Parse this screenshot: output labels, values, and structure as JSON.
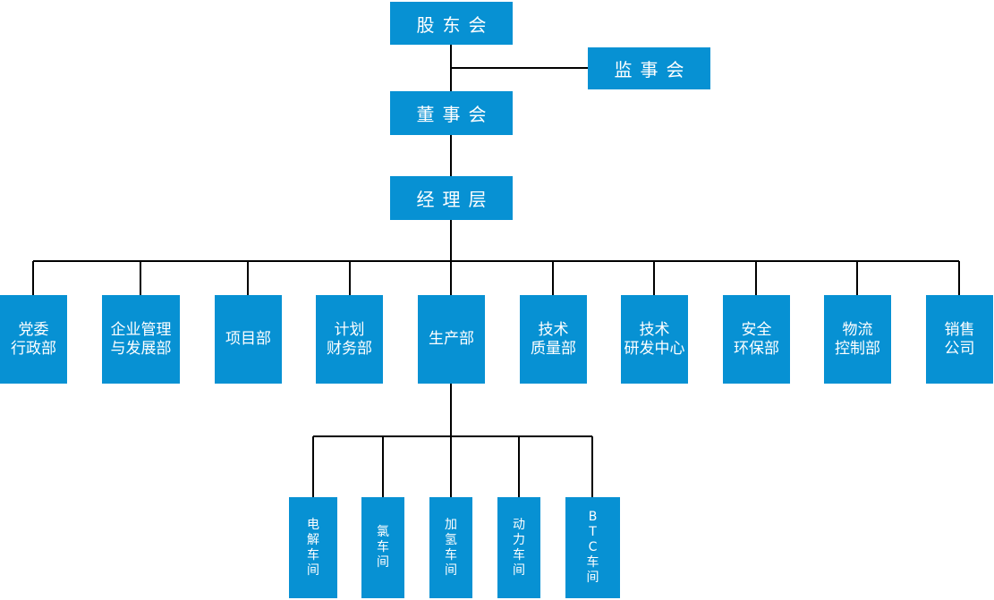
{
  "org": {
    "shareholders": "股东会",
    "supervisors": "监事会",
    "board": "董事会",
    "management": "经理层"
  },
  "departments": [
    "党委\n行政部",
    "企业管理\n与发展部",
    "项目部",
    "计划\n财务部",
    "生产部",
    "技术\n质量部",
    "技术\n研发中心",
    "安全\n环保部",
    "物流\n控制部",
    "销售\n公司"
  ],
  "workshops": [
    "电\n解\n车\n间",
    "氯\n车\n间",
    "加\n氢\n车\n间",
    "动\n力\n车\n间",
    "B\nT\nC\n车\n间"
  ],
  "colors": {
    "box": "#0791d3",
    "text": "#ffffff",
    "line": "#000000"
  }
}
